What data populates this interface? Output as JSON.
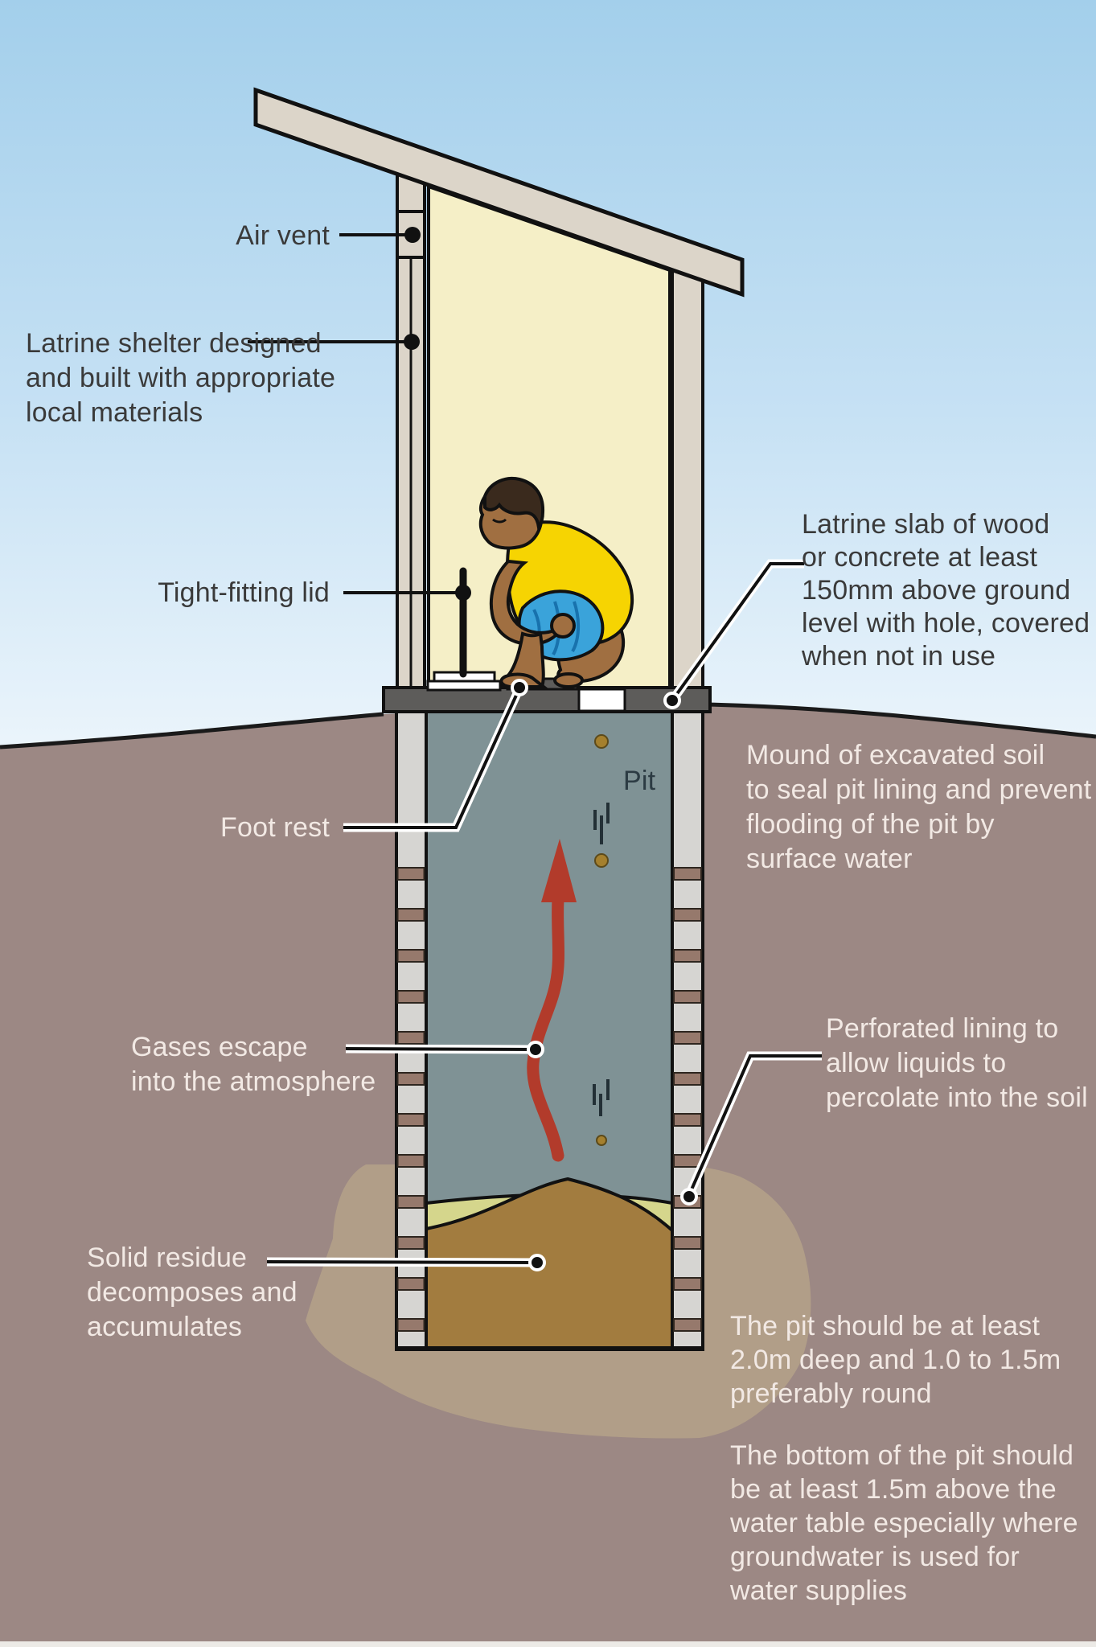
{
  "title": "Pit latrine cross-section diagram",
  "labels": {
    "air_vent": {
      "text": "Air vent"
    },
    "shelter": {
      "text": "Latrine shelter designed\nand built with appropriate\nlocal materials"
    },
    "lid": {
      "text": "Tight-fitting lid"
    },
    "slab": {
      "text": "Latrine slab of wood\nor concrete at least\n150mm above ground\nlevel with hole, covered\nwhen not in use"
    },
    "mound": {
      "text": "Mound of excavated soil\nto seal pit lining and prevent\nflooding of the pit by\nsurface water"
    },
    "pit": {
      "text": "Pit"
    },
    "foot_rest": {
      "text": "Foot rest"
    },
    "gases": {
      "text": "Gases escape\ninto the atmosphere"
    },
    "perforated": {
      "text": "Perforated lining to\nallow liquids to\npercolate into the soil"
    },
    "solid_residue": {
      "text": "Solid residue\ndecomposes and\naccumulates"
    },
    "pit_depth": {
      "text": "The pit should be at least\n2.0m deep and 1.0 to 1.5m\npreferably round"
    },
    "pit_bottom": {
      "text": "The bottom of the pit should\nbe at least 1.5m above the\nwater table especially where\ngroundwater is used for\nwater supplies"
    }
  },
  "colors": {
    "sky_top": "#a5d1ec",
    "sky_bottom": "#eaf4fb",
    "soil": "#9c8884",
    "excavated_mound": "#b19e88",
    "shelter_wood": "#dcd5c9",
    "shelter_interior": "#f5efc7",
    "slab": "#5d5c5a",
    "pit_interior": "#7f9295",
    "pit_lining": "#d6d5d2",
    "solid_residue": "#a27c3f",
    "scum_layer": "#d5d68c",
    "gas_arrow": "#b23b2b",
    "shirt": "#f6d402",
    "shorts": "#3aa3da",
    "skin": "#a06f41",
    "text_dark": "#3a3a3a",
    "text_light": "#f2e9e4"
  }
}
